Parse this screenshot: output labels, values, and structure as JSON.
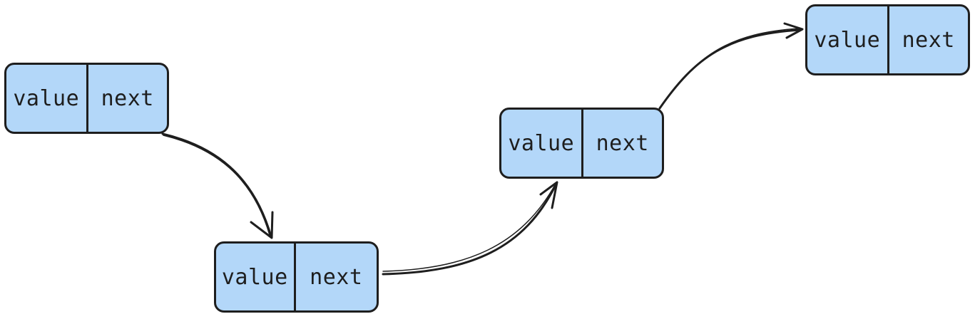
{
  "diagram": {
    "type": "linked-list",
    "colors": {
      "node_fill": "#b3d7f9",
      "stroke": "#1e1e1e",
      "background": "#ffffff"
    },
    "nodes": [
      {
        "value_label": "value",
        "next_label": "next"
      },
      {
        "value_label": "value",
        "next_label": "next"
      },
      {
        "value_label": "value",
        "next_label": "next"
      },
      {
        "value_label": "value",
        "next_label": "next"
      }
    ],
    "edges": [
      {
        "from": 1,
        "to": 2
      },
      {
        "from": 2,
        "to": 3
      },
      {
        "from": 3,
        "to": 4
      }
    ]
  }
}
